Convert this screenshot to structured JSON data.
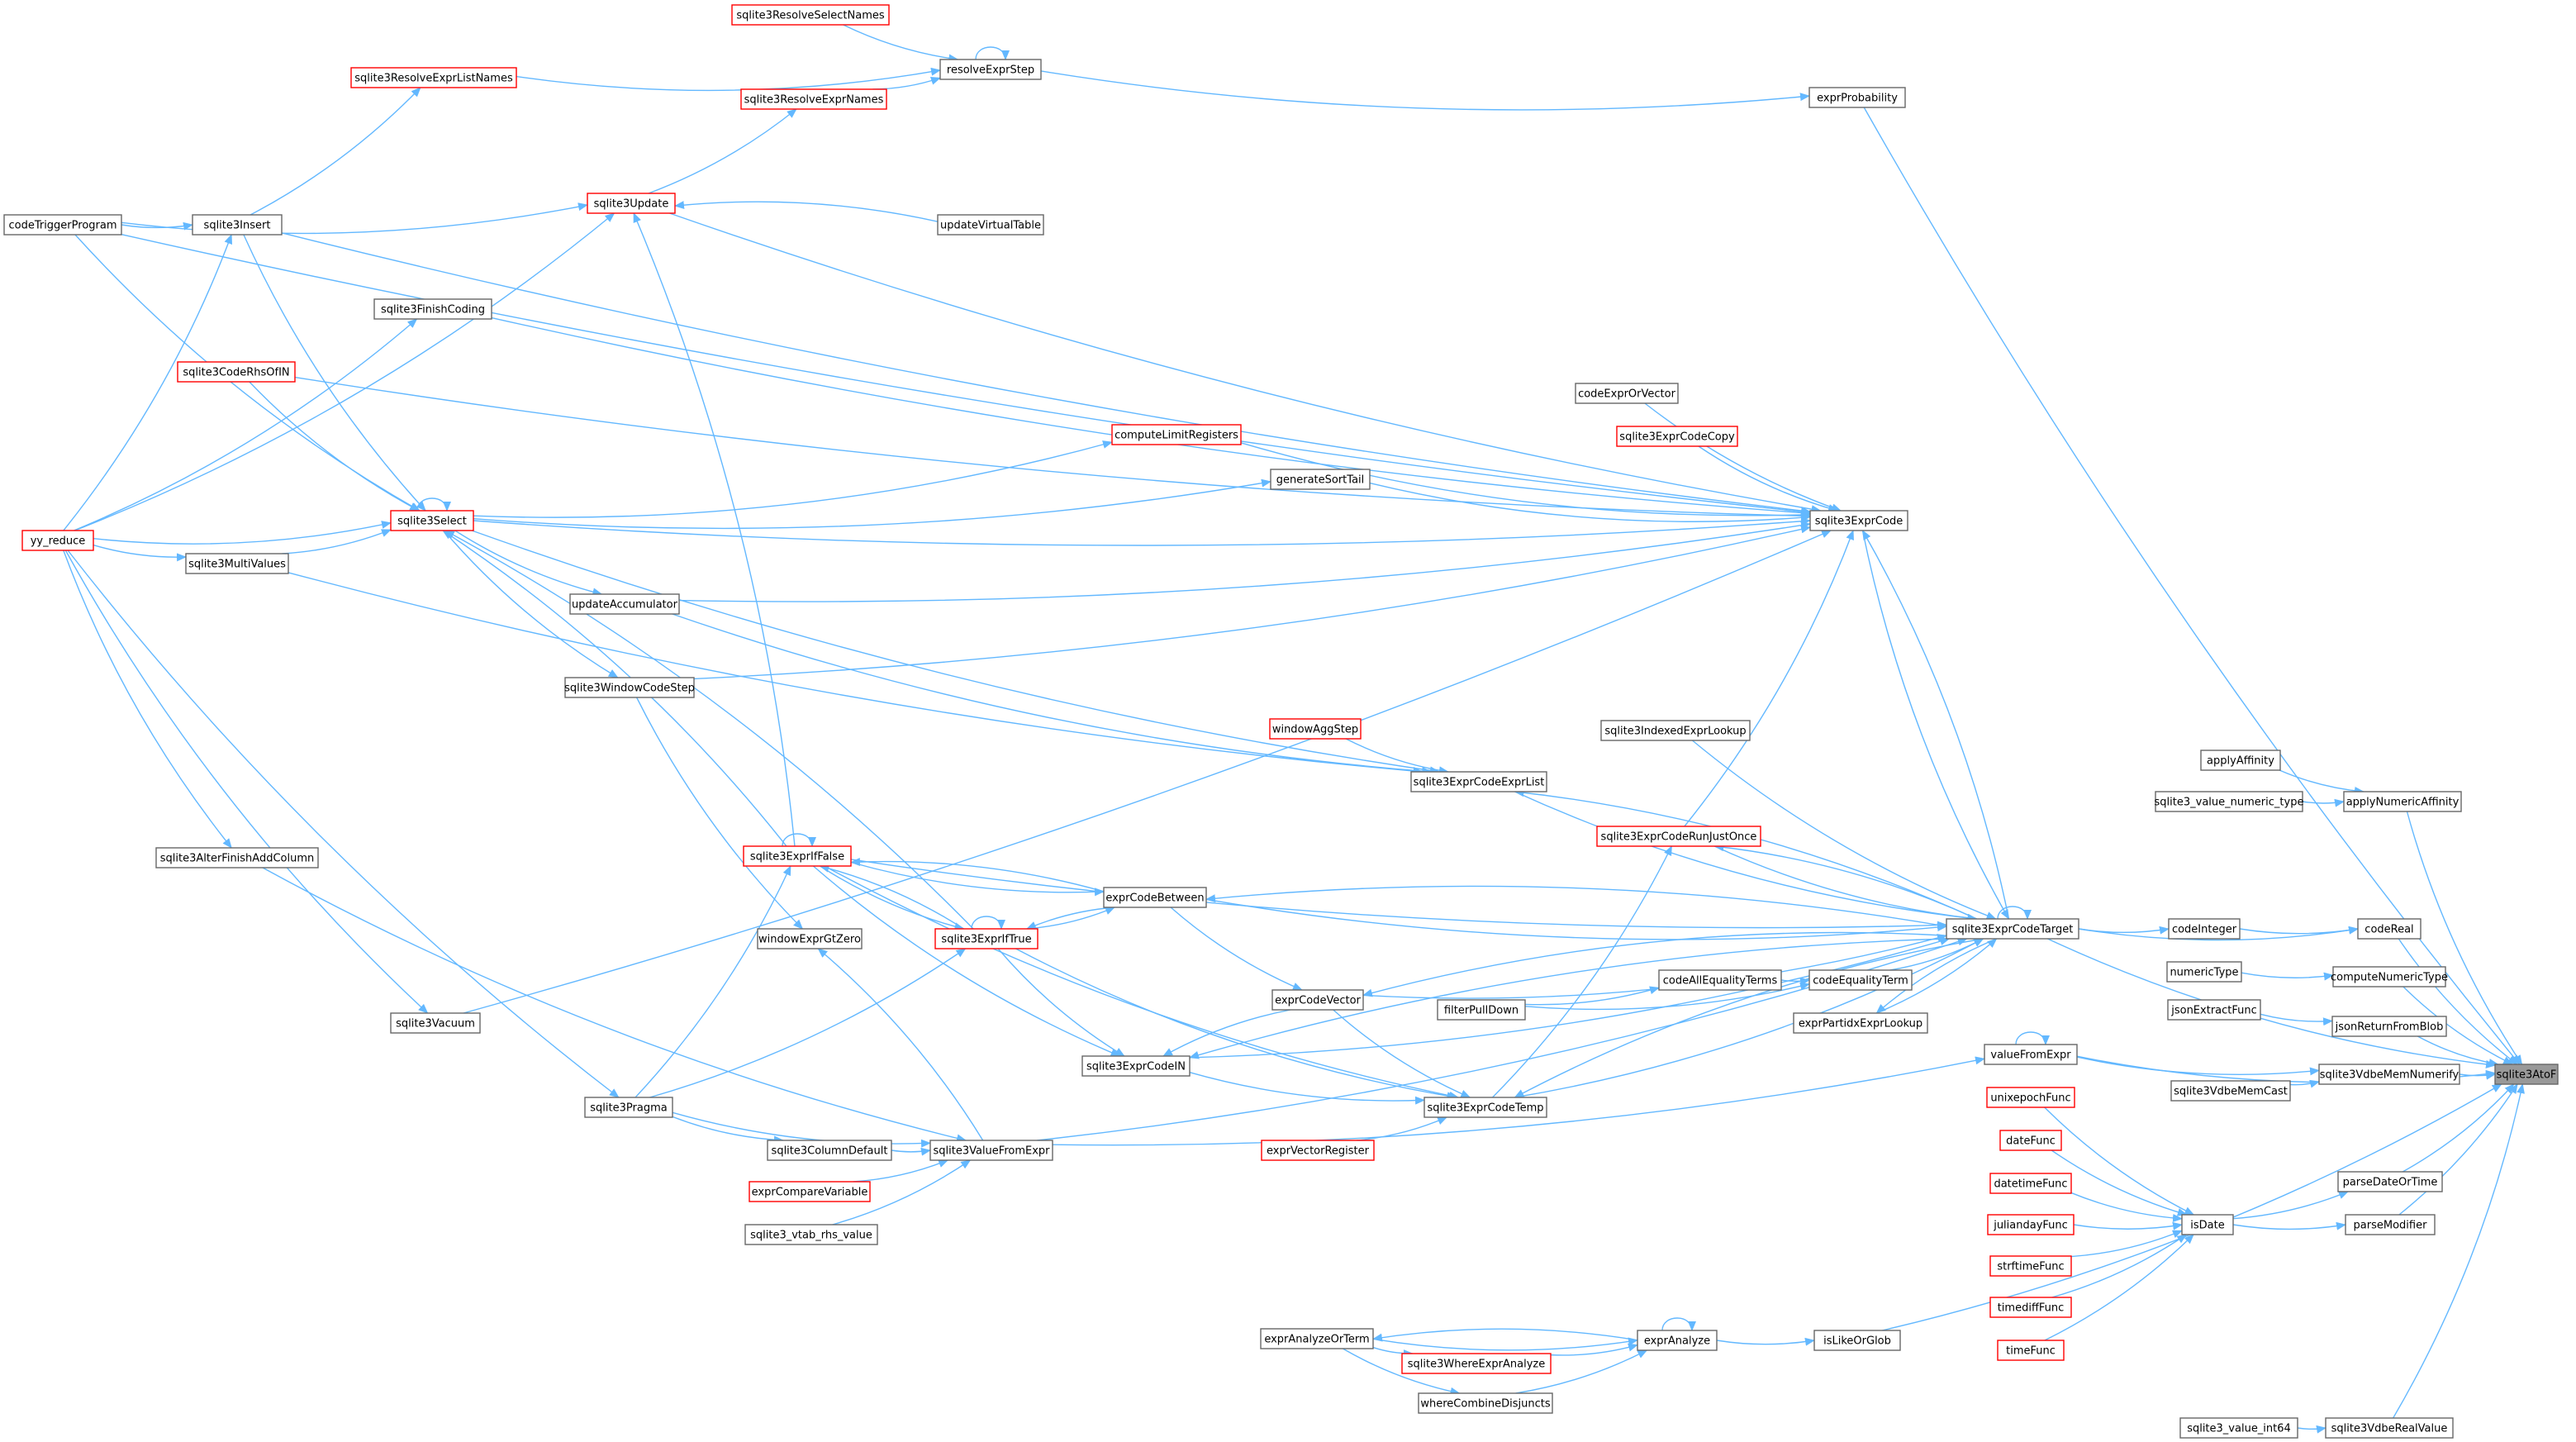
{
  "colors": {
    "edge": "#63b8ff",
    "node_border": "#666666",
    "node_border_red": "#ff0000",
    "root_fill": "#999999"
  },
  "nodes": [
    {
      "id": "sqlite3AtoF",
      "label": "sqlite3AtoF",
      "style": "root"
    },
    {
      "id": "sqlite3ResolveSelectNames",
      "label": "sqlite3ResolveSelectNames",
      "style": "red"
    },
    {
      "id": "resolveExprStep",
      "label": "resolveExprStep",
      "style": "normal"
    },
    {
      "id": "sqlite3ResolveExprListNames",
      "label": "sqlite3ResolveExprListNames",
      "style": "red"
    },
    {
      "id": "sqlite3ResolveExprNames",
      "label": "sqlite3ResolveExprNames",
      "style": "red"
    },
    {
      "id": "exprProbability",
      "label": "exprProbability",
      "style": "normal"
    },
    {
      "id": "codeTriggerProgram",
      "label": "codeTriggerProgram",
      "style": "normal"
    },
    {
      "id": "sqlite3Insert",
      "label": "sqlite3Insert",
      "style": "normal"
    },
    {
      "id": "sqlite3Update",
      "label": "sqlite3Update",
      "style": "red"
    },
    {
      "id": "updateVirtualTable",
      "label": "updateVirtualTable",
      "style": "normal"
    },
    {
      "id": "sqlite3FinishCoding",
      "label": "sqlite3FinishCoding",
      "style": "normal"
    },
    {
      "id": "sqlite3CodeRhsOfIN",
      "label": "sqlite3CodeRhsOfIN",
      "style": "red"
    },
    {
      "id": "codeExprOrVector",
      "label": "codeExprOrVector",
      "style": "normal"
    },
    {
      "id": "sqlite3ExprCodeCopy",
      "label": "sqlite3ExprCodeCopy",
      "style": "red"
    },
    {
      "id": "computeLimitRegisters",
      "label": "computeLimitRegisters",
      "style": "red"
    },
    {
      "id": "generateSortTail",
      "label": "generateSortTail",
      "style": "normal"
    },
    {
      "id": "yy_reduce",
      "label": "yy_reduce",
      "style": "red"
    },
    {
      "id": "sqlite3Select",
      "label": "sqlite3Select",
      "style": "red"
    },
    {
      "id": "sqlite3ExprCode",
      "label": "sqlite3ExprCode",
      "style": "normal"
    },
    {
      "id": "sqlite3MultiValues",
      "label": "sqlite3MultiValues",
      "style": "normal"
    },
    {
      "id": "updateAccumulator",
      "label": "updateAccumulator",
      "style": "normal"
    },
    {
      "id": "sqlite3WindowCodeStep",
      "label": "sqlite3WindowCodeStep",
      "style": "normal"
    },
    {
      "id": "sqlite3IndexedExprLookup",
      "label": "sqlite3IndexedExprLookup",
      "style": "normal"
    },
    {
      "id": "windowAggStep",
      "label": "windowAggStep",
      "style": "red"
    },
    {
      "id": "sqlite3ExprCodeExprList",
      "label": "sqlite3ExprCodeExprList",
      "style": "normal"
    },
    {
      "id": "applyAffinity",
      "label": "applyAffinity",
      "style": "normal"
    },
    {
      "id": "sqlite3_value_numeric_type",
      "label": "sqlite3_value_numeric_type",
      "style": "normal"
    },
    {
      "id": "applyNumericAffinity",
      "label": "applyNumericAffinity",
      "style": "normal"
    },
    {
      "id": "sqlite3ExprCodeRunJustOnce",
      "label": "sqlite3ExprCodeRunJustOnce",
      "style": "red"
    },
    {
      "id": "sqlite3AlterFinishAddColumn",
      "label": "sqlite3AlterFinishAddColumn",
      "style": "normal"
    },
    {
      "id": "sqlite3ExprIfFalse",
      "label": "sqlite3ExprIfFalse",
      "style": "red"
    },
    {
      "id": "exprCodeBetween",
      "label": "exprCodeBetween",
      "style": "normal"
    },
    {
      "id": "sqlite3ExprCodeTarget",
      "label": "sqlite3ExprCodeTarget",
      "style": "normal"
    },
    {
      "id": "codeInteger",
      "label": "codeInteger",
      "style": "normal"
    },
    {
      "id": "codeReal",
      "label": "codeReal",
      "style": "normal"
    },
    {
      "id": "windowExprGtZero",
      "label": "windowExprGtZero",
      "style": "normal"
    },
    {
      "id": "sqlite3ExprIfTrue",
      "label": "sqlite3ExprIfTrue",
      "style": "red"
    },
    {
      "id": "codeAllEqualityTerms",
      "label": "codeAllEqualityTerms",
      "style": "normal"
    },
    {
      "id": "codeEqualityTerm",
      "label": "codeEqualityTerm",
      "style": "normal"
    },
    {
      "id": "numericType",
      "label": "numericType",
      "style": "normal"
    },
    {
      "id": "computeNumericType",
      "label": "computeNumericType",
      "style": "normal"
    },
    {
      "id": "filterPullDown",
      "label": "filterPullDown",
      "style": "normal"
    },
    {
      "id": "exprPartidxExprLookup",
      "label": "exprPartidxExprLookup",
      "style": "normal"
    },
    {
      "id": "exprCodeVector",
      "label": "exprCodeVector",
      "style": "normal"
    },
    {
      "id": "jsonExtractFunc",
      "label": "jsonExtractFunc",
      "style": "normal"
    },
    {
      "id": "jsonReturnFromBlob",
      "label": "jsonReturnFromBlob",
      "style": "normal"
    },
    {
      "id": "sqlite3Vacuum",
      "label": "sqlite3Vacuum",
      "style": "normal"
    },
    {
      "id": "valueFromExpr",
      "label": "valueFromExpr",
      "style": "normal"
    },
    {
      "id": "sqlite3ExprCodeIN",
      "label": "sqlite3ExprCodeIN",
      "style": "normal"
    },
    {
      "id": "sqlite3VdbeMemNumerify",
      "label": "sqlite3VdbeMemNumerify",
      "style": "normal"
    },
    {
      "id": "sqlite3VdbeMemCast",
      "label": "sqlite3VdbeMemCast",
      "style": "normal"
    },
    {
      "id": "unixepochFunc",
      "label": "unixepochFunc",
      "style": "red"
    },
    {
      "id": "sqlite3Pragma",
      "label": "sqlite3Pragma",
      "style": "normal"
    },
    {
      "id": "sqlite3ExprCodeTemp",
      "label": "sqlite3ExprCodeTemp",
      "style": "normal"
    },
    {
      "id": "exprVectorRegister",
      "label": "exprVectorRegister",
      "style": "red"
    },
    {
      "id": "sqlite3ColumnDefault",
      "label": "sqlite3ColumnDefault",
      "style": "normal"
    },
    {
      "id": "sqlite3ValueFromExpr",
      "label": "sqlite3ValueFromExpr",
      "style": "normal"
    },
    {
      "id": "dateFunc",
      "label": "dateFunc",
      "style": "red"
    },
    {
      "id": "exprCompareVariable",
      "label": "exprCompareVariable",
      "style": "red"
    },
    {
      "id": "parseDateOrTime",
      "label": "parseDateOrTime",
      "style": "normal"
    },
    {
      "id": "datetimeFunc",
      "label": "datetimeFunc",
      "style": "red"
    },
    {
      "id": "sqlite3_vtab_rhs_value",
      "label": "sqlite3_vtab_rhs_value",
      "style": "normal"
    },
    {
      "id": "juliandayFunc",
      "label": "juliandayFunc",
      "style": "red"
    },
    {
      "id": "isDate",
      "label": "isDate",
      "style": "normal"
    },
    {
      "id": "parseModifier",
      "label": "parseModifier",
      "style": "normal"
    },
    {
      "id": "strftimeFunc",
      "label": "strftimeFunc",
      "style": "red"
    },
    {
      "id": "timediffFunc",
      "label": "timediffFunc",
      "style": "red"
    },
    {
      "id": "exprAnalyzeOrTerm",
      "label": "exprAnalyzeOrTerm",
      "style": "normal"
    },
    {
      "id": "exprAnalyze",
      "label": "exprAnalyze",
      "style": "normal"
    },
    {
      "id": "isLikeOrGlob",
      "label": "isLikeOrGlob",
      "style": "normal"
    },
    {
      "id": "sqlite3WhereExprAnalyze",
      "label": "sqlite3WhereExprAnalyze",
      "style": "red"
    },
    {
      "id": "timeFunc",
      "label": "timeFunc",
      "style": "red"
    },
    {
      "id": "whereCombineDisjuncts",
      "label": "whereCombineDisjuncts",
      "style": "normal"
    },
    {
      "id": "sqlite3_value_int64",
      "label": "sqlite3_value_int64",
      "style": "normal"
    },
    {
      "id": "sqlite3VdbeRealValue",
      "label": "sqlite3VdbeRealValue",
      "style": "normal"
    }
  ],
  "edges": [
    [
      "applyNumericAffinity",
      "sqlite3AtoF"
    ],
    [
      "codeReal",
      "sqlite3AtoF"
    ],
    [
      "computeNumericType",
      "sqlite3AtoF"
    ],
    [
      "jsonReturnFromBlob",
      "sqlite3AtoF"
    ],
    [
      "sqlite3VdbeMemNumerify",
      "sqlite3AtoF"
    ],
    [
      "parseDateOrTime",
      "sqlite3AtoF"
    ],
    [
      "parseModifier",
      "sqlite3AtoF"
    ],
    [
      "sqlite3VdbeRealValue",
      "sqlite3AtoF"
    ],
    [
      "exprProbability",
      "sqlite3AtoF"
    ],
    [
      "sqlite3ExprCodeTarget",
      "sqlite3AtoF"
    ],
    [
      "valueFromExpr",
      "sqlite3AtoF"
    ],
    [
      "isLikeOrGlob",
      "sqlite3AtoF"
    ],
    [
      "applyAffinity",
      "applyNumericAffinity"
    ],
    [
      "sqlite3_value_numeric_type",
      "applyNumericAffinity"
    ],
    [
      "codeInteger",
      "codeReal"
    ],
    [
      "sqlite3ExprCodeTarget",
      "codeReal"
    ],
    [
      "numericType",
      "computeNumericType"
    ],
    [
      "jsonExtractFunc",
      "jsonReturnFromBlob"
    ],
    [
      "sqlite3VdbeMemCast",
      "sqlite3VdbeMemNumerify"
    ],
    [
      "valueFromExpr",
      "sqlite3VdbeMemNumerify"
    ],
    [
      "isDate",
      "parseDateOrTime"
    ],
    [
      "isDate",
      "parseModifier"
    ],
    [
      "sqlite3_value_int64",
      "sqlite3VdbeRealValue"
    ],
    [
      "resolveExprStep",
      "exprProbability"
    ],
    [
      "sqlite3ResolveSelectNames",
      "resolveExprStep"
    ],
    [
      "sqlite3ResolveExprListNames",
      "resolveExprStep"
    ],
    [
      "sqlite3ResolveExprNames",
      "resolveExprStep"
    ],
    [
      "resolveExprStep",
      "resolveExprStep"
    ],
    [
      "sqlite3Insert",
      "sqlite3ResolveExprListNames"
    ],
    [
      "sqlite3Update",
      "sqlite3ResolveExprNames"
    ],
    [
      "sqlite3ExprCodeTarget",
      "codeInteger"
    ],
    [
      "sqlite3ExprCode",
      "sqlite3ExprCodeTarget"
    ],
    [
      "sqlite3ExprCodeTarget",
      "sqlite3ExprCodeTarget"
    ],
    [
      "sqlite3ExprCodeTemp",
      "sqlite3ExprCodeTarget"
    ],
    [
      "sqlite3ExprCodeExprList",
      "sqlite3ExprCodeTarget"
    ],
    [
      "sqlite3ExprCodeRunJustOnce",
      "sqlite3ExprCodeTarget"
    ],
    [
      "exprCodeBetween",
      "sqlite3ExprCodeTarget"
    ],
    [
      "sqlite3ExprIfFalse",
      "sqlite3ExprCodeTarget"
    ],
    [
      "codeEqualityTerm",
      "sqlite3ExprCodeTarget"
    ],
    [
      "exprPartidxExprLookup",
      "sqlite3ExprCodeTarget"
    ],
    [
      "exprCodeVector",
      "sqlite3ExprCodeTarget"
    ],
    [
      "sqlite3ExprCodeIN",
      "sqlite3ExprCodeTarget"
    ],
    [
      "sqlite3IndexedExprLookup",
      "sqlite3ExprCodeTarget"
    ],
    [
      "sqlite3ValueFromExpr",
      "valueFromExpr"
    ],
    [
      "valueFromExpr",
      "valueFromExpr"
    ],
    [
      "exprAnalyze",
      "isLikeOrGlob"
    ],
    [
      "unixepochFunc",
      "isDate"
    ],
    [
      "dateFunc",
      "isDate"
    ],
    [
      "datetimeFunc",
      "isDate"
    ],
    [
      "juliandayFunc",
      "isDate"
    ],
    [
      "strftimeFunc",
      "isDate"
    ],
    [
      "timediffFunc",
      "isDate"
    ],
    [
      "timeFunc",
      "isDate"
    ],
    [
      "exprAnalyze",
      "exprAnalyze"
    ],
    [
      "sqlite3WhereExprAnalyze",
      "exprAnalyze"
    ],
    [
      "exprAnalyzeOrTerm",
      "exprAnalyze"
    ],
    [
      "whereCombineDisjuncts",
      "exprAnalyze"
    ],
    [
      "exprAnalyze",
      "exprAnalyzeOrTerm"
    ],
    [
      "exprAnalyzeOrTerm",
      "whereCombineDisjuncts"
    ],
    [
      "exprAnalyzeOrTerm",
      "sqlite3WhereExprAnalyze"
    ],
    [
      "codeExprOrVector",
      "sqlite3ExprCode"
    ],
    [
      "sqlite3ExprCodeCopy",
      "sqlite3ExprCode"
    ],
    [
      "computeLimitRegisters",
      "sqlite3ExprCode"
    ],
    [
      "generateSortTail",
      "sqlite3ExprCode"
    ],
    [
      "sqlite3Select",
      "sqlite3ExprCode"
    ],
    [
      "updateAccumulator",
      "sqlite3ExprCode"
    ],
    [
      "sqlite3WindowCodeStep",
      "sqlite3ExprCode"
    ],
    [
      "sqlite3Update",
      "sqlite3ExprCode"
    ],
    [
      "sqlite3Insert",
      "sqlite3ExprCode"
    ],
    [
      "sqlite3FinishCoding",
      "sqlite3ExprCode"
    ],
    [
      "sqlite3CodeRhsOfIN",
      "sqlite3ExprCode"
    ],
    [
      "codeTriggerProgram",
      "sqlite3ExprCode"
    ],
    [
      "sqlite3Vacuum",
      "sqlite3ExprCode"
    ],
    [
      "sqlite3ExprCodeRunJustOnce",
      "sqlite3ExprCode"
    ],
    [
      "sqlite3ExprCodeTarget",
      "sqlite3ExprCode"
    ],
    [
      "sqlite3MultiValues",
      "sqlite3ExprCodeExprList"
    ],
    [
      "updateVirtualTable",
      "sqlite3Update"
    ],
    [
      "sqlite3Select",
      "computeLimitRegisters"
    ],
    [
      "sqlite3Select",
      "generateSortTail"
    ],
    [
      "sqlite3Select",
      "updateAccumulator"
    ],
    [
      "sqlite3Select",
      "sqlite3WindowCodeStep"
    ],
    [
      "sqlite3Select",
      "sqlite3Select"
    ],
    [
      "yy_reduce",
      "sqlite3Select"
    ],
    [
      "sqlite3CodeRhsOfIN",
      "sqlite3Select"
    ],
    [
      "sqlite3Insert",
      "sqlite3Select"
    ],
    [
      "codeTriggerProgram",
      "sqlite3Select"
    ],
    [
      "sqlite3MultiValues",
      "sqlite3Select"
    ],
    [
      "yy_reduce",
      "sqlite3MultiValues"
    ],
    [
      "yy_reduce",
      "sqlite3Insert"
    ],
    [
      "yy_reduce",
      "sqlite3Update"
    ],
    [
      "yy_reduce",
      "sqlite3FinishCoding"
    ],
    [
      "codeTriggerProgram",
      "sqlite3Insert"
    ],
    [
      "codeTriggerProgram",
      "sqlite3Update"
    ],
    [
      "yy_reduce",
      "sqlite3AlterFinishAddColumn"
    ],
    [
      "yy_reduce",
      "sqlite3Vacuum"
    ],
    [
      "yy_reduce",
      "sqlite3Pragma"
    ],
    [
      "sqlite3AlterFinishAddColumn",
      "sqlite3ValueFromExpr"
    ],
    [
      "windowAggStep",
      "sqlite3ExprCodeExprList"
    ],
    [
      "updateAccumulator",
      "sqlite3ExprCodeExprList"
    ],
    [
      "sqlite3Select",
      "sqlite3ExprCodeExprList"
    ],
    [
      "sqlite3ExprCodeTarget",
      "sqlite3ExprCodeExprList"
    ],
    [
      "sqlite3ExprCodeTemp",
      "sqlite3ExprCodeRunJustOnce"
    ],
    [
      "sqlite3ExprCodeTarget",
      "sqlite3ExprCodeRunJustOnce"
    ],
    [
      "sqlite3ExprIfFalse",
      "sqlite3ExprIfFalse"
    ],
    [
      "sqlite3ExprIfTrue",
      "sqlite3ExprIfFalse"
    ],
    [
      "exprCodeBetween",
      "sqlite3ExprIfFalse"
    ],
    [
      "sqlite3Pragma",
      "sqlite3ExprIfFalse"
    ],
    [
      "sqlite3ExprIfFalse",
      "sqlite3ExprIfTrue"
    ],
    [
      "sqlite3ExprIfTrue",
      "sqlite3ExprIfTrue"
    ],
    [
      "exprCodeBetween",
      "sqlite3ExprIfTrue"
    ],
    [
      "sqlite3Pragma",
      "sqlite3ExprIfTrue"
    ],
    [
      "sqlite3ExprIfFalse",
      "exprCodeBetween"
    ],
    [
      "sqlite3ExprIfTrue",
      "exprCodeBetween"
    ],
    [
      "sqlite3ExprCodeTarget",
      "exprCodeBetween"
    ],
    [
      "sqlite3ExprIfFalse",
      "sqlite3Update"
    ],
    [
      "sqlite3ExprIfFalse",
      "sqlite3Select"
    ],
    [
      "sqlite3ExprIfTrue",
      "sqlite3Select"
    ],
    [
      "sqlite3WindowCodeStep",
      "windowExprGtZero"
    ],
    [
      "sqlite3ValueFromExpr",
      "windowExprGtZero"
    ],
    [
      "sqlite3ExprIfTrue",
      "sqlite3ExprCodeTemp"
    ],
    [
      "sqlite3ExprIfFalse",
      "sqlite3ExprCodeTemp"
    ],
    [
      "exprVectorRegister",
      "sqlite3ExprCodeTemp"
    ],
    [
      "sqlite3ExprCodeIN",
      "sqlite3ExprCodeTemp"
    ],
    [
      "exprCodeVector",
      "sqlite3ExprCodeTemp"
    ],
    [
      "sqlite3ExprCodeTarget",
      "sqlite3ExprCodeTemp"
    ],
    [
      "sqlite3ExprIfTrue",
      "sqlite3ExprCodeIN"
    ],
    [
      "sqlite3ExprIfFalse",
      "sqlite3ExprCodeIN"
    ],
    [
      "sqlite3ExprCodeTarget",
      "sqlite3ExprCodeIN"
    ],
    [
      "exprCodeVector",
      "sqlite3ExprCodeIN"
    ],
    [
      "exprCodeBetween",
      "exprCodeVector"
    ],
    [
      "sqlite3ExprCodeTarget",
      "exprCodeVector"
    ],
    [
      "codeAllEqualityTerms",
      "codeEqualityTerm"
    ],
    [
      "filterPullDown",
      "codeAllEqualityTerms"
    ],
    [
      "filterPullDown",
      "codeEqualityTerm"
    ],
    [
      "sqlite3ExprCodeTarget",
      "exprPartidxExprLookup"
    ],
    [
      "sqlite3ColumnDefault",
      "sqlite3ValueFromExpr"
    ],
    [
      "exprCompareVariable",
      "sqlite3ValueFromExpr"
    ],
    [
      "sqlite3_vtab_rhs_value",
      "sqlite3ValueFromExpr"
    ],
    [
      "sqlite3Pragma",
      "sqlite3ColumnDefault"
    ],
    [
      "sqlite3ValueFromExpr",
      "sqlite3ExprCodeTarget"
    ],
    [
      "sqlite3Pragma",
      "sqlite3ValueFromExpr"
    ]
  ]
}
